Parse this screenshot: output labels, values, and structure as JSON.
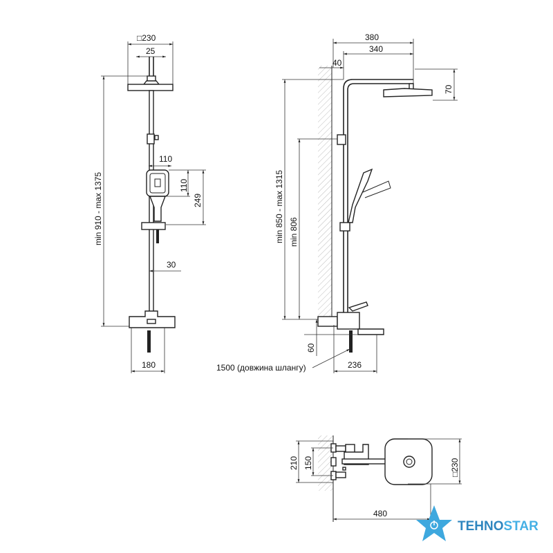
{
  "front_view": {
    "head_size": "□230",
    "arm_diameter": "25",
    "height_range": "min 910 - max 1375",
    "handset_width": "110",
    "handset_head": "110",
    "handset_length": "249",
    "bar_offset": "30",
    "mixer_width": "180"
  },
  "side_view": {
    "reach_total": "380",
    "reach_arm": "340",
    "wall_offset": "40",
    "head_height": "70",
    "height_range": "min 850 - max 1315",
    "min_height": "min 806",
    "spout_drop": "60",
    "hose_note": "1500 (довжина шлангу)",
    "mixer_depth": "236"
  },
  "top_view": {
    "outer_spacing": "210",
    "inlet_spacing": "150",
    "head_size": "□230",
    "reach": "480"
  },
  "logo": {
    "text_a": "TEHNO",
    "text_b": "STAR",
    "color_dark": "#2f86bf",
    "color_light": "#45b0e5"
  }
}
